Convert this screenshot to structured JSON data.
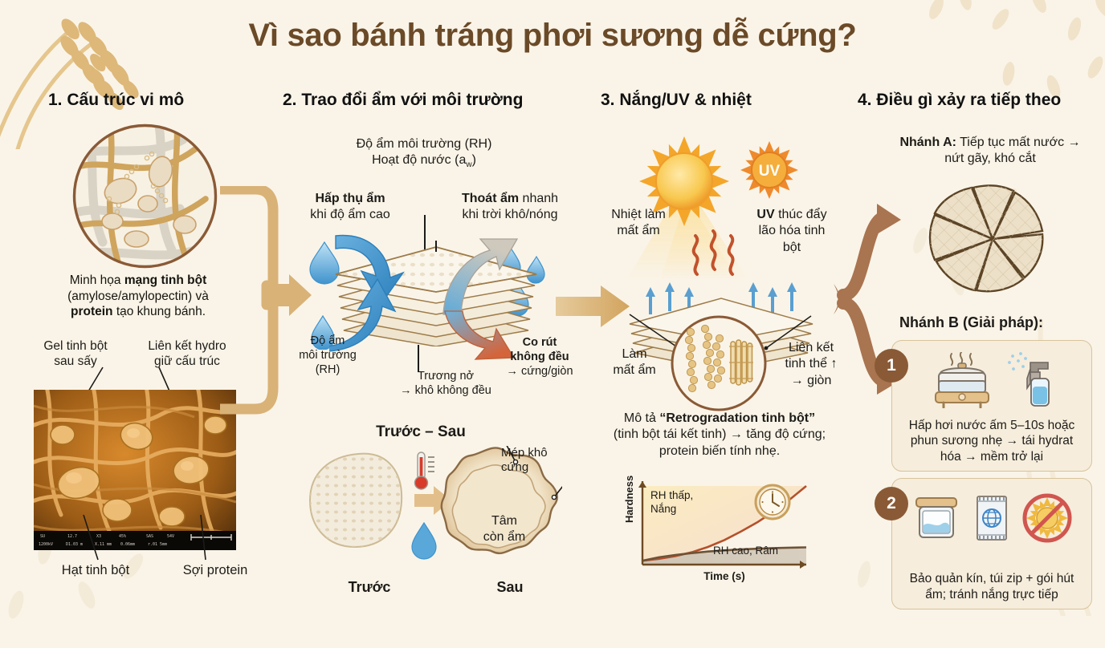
{
  "title": "Vì sao bánh tráng phơi sương dễ cứng?",
  "colors": {
    "background": "#faf4e8",
    "title": "#6b4a28",
    "tan_arrow": "#d9b277",
    "brown_arrow": "#a97450",
    "water_blue": "#4f9ed4",
    "heat_red": "#c85a30",
    "sun_orange": "#f0a92e",
    "box_border": "#d9c39b",
    "box_fill": "#f6eddc",
    "badge": "#8a5a36"
  },
  "columns": [
    {
      "heading": "1. Cấu trúc vi mô",
      "caption_plain_1": "Minh họa ",
      "caption_bold_1": "mạng tinh bột",
      "caption_plain_2": "(amylose/amylopectin) và ",
      "caption_bold_2": "protein",
      "caption_plain_3": " tạo khung bánh.",
      "label_gel": "Gel tinh bột\nsau sấy",
      "label_hydro": "Liên kết hydro\ngiữ cấu trúc",
      "label_granule": "Hạt tinh bột",
      "label_fiber": "Sợi protein"
    },
    {
      "heading": "2. Trao đổi ẩm với môi trường",
      "top_line_1": "Độ ẩm môi trường (RH)",
      "top_line_2_pre": "Hoạt độ nước (a",
      "top_line_2_sub": "w",
      "top_line_2_post": ")",
      "absorb_bold": "Hấp thụ ẩm",
      "absorb_rest": "khi độ ẩm cao",
      "release_bold": "Thoát ẩm",
      "release_rest": " nhanh",
      "release_line2": "khi trời khô/nóng",
      "rh_label": "Độ ẩm\nmôi trường\n(RH)",
      "swell_label": "Trương nở\n→ khô không đều",
      "shrink_bold": "Co rút\nkhông đều",
      "shrink_rest": "→ cứng/giòn",
      "ba_title": "Trước – Sau",
      "ba_before": "Trước",
      "ba_after": "Sau",
      "ba_edge": "Mép khô\ncứng",
      "ba_core": "Tâm\ncòn ẩm"
    },
    {
      "heading": "3. Nắng/UV & nhiệt",
      "uv_badge": "UV",
      "heat_label": "Nhiệt làm\nmất ẩm",
      "uv_bold": "UV",
      "uv_rest": " thúc đẩy\nlão hóa tinh\nbột",
      "lose_label": "Làm\nmất ẩm",
      "bond_label": "Liên kết\ntinh thể ↑\n→ giòn",
      "retro_pre": "Mô tả ",
      "retro_bold": "“Retrogradation tinh bột”",
      "retro_post": "(tinh bột tái kết tinh) → tăng độ cứng; protein biến tính nhẹ."
    },
    {
      "heading": "4. Điều gì xảy ra tiếp theo",
      "branch_a_bold": "Nhánh A:",
      "branch_a_rest": " Tiếp tục mất nước → nứt gãy, khó cắt",
      "branch_b_title": "Nhánh B (Giải pháp):",
      "solutions": [
        {
          "number": "1",
          "text": "Hấp hơi nước ấm 5–10s hoặc phun sương nhẹ → tái hydrat hóa → mềm trở lại",
          "icons": [
            "steamer-icon",
            "spray-bottle-icon"
          ]
        },
        {
          "number": "2",
          "text": "Bảo quản kín, túi zip + gói hút ẩm; tránh nắng trực tiếp",
          "icons": [
            "sealed-container-icon",
            "desiccant-packet-icon",
            "no-direct-sun-icon"
          ]
        }
      ]
    }
  ],
  "chart_data": {
    "type": "line",
    "title": "",
    "xlabel": "Time (s)",
    "ylabel": "Hardness",
    "xlim": [
      0,
      10
    ],
    "ylim": [
      0,
      10
    ],
    "grid": false,
    "legend": "inline-annotations",
    "x": [
      0,
      1,
      2,
      3,
      4,
      5,
      6,
      7,
      8,
      9,
      10
    ],
    "series": [
      {
        "name": "RH thấp, Nắng",
        "label": "RH thấp,\nNắng",
        "color": "#b5502b",
        "values": [
          1.0,
          1.5,
          2.2,
          3.2,
          4.6,
          6.4,
          8.6,
          11.0,
          13.8,
          17.0,
          20.5
        ]
      },
      {
        "name": "RH cao, Râm",
        "label": "RH cao, Râm",
        "color": "#6e5337",
        "values": [
          1.0,
          1.9,
          2.5,
          3.0,
          3.4,
          3.7,
          3.95,
          4.15,
          4.3,
          4.42,
          4.5
        ]
      }
    ],
    "annotations": [
      {
        "text": "RH thấp, Nắng",
        "x": 1.0,
        "y": 8.6
      },
      {
        "text": "RH cao, Râm",
        "x": 5.5,
        "y": 2.4
      }
    ],
    "clock_icon": "clock-icon"
  }
}
